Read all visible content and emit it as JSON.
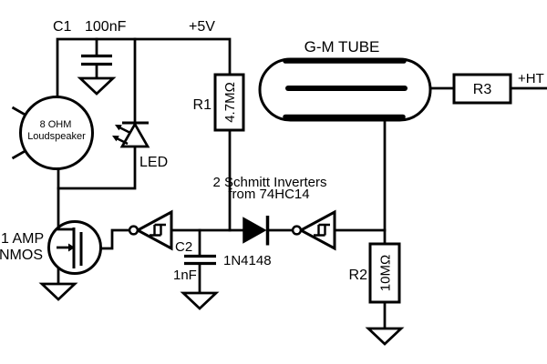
{
  "schematic": {
    "c1_ref": "C1",
    "c1_value": "100nF",
    "supply_rail": "+5V",
    "speaker_line1": "8 OHM",
    "speaker_line2": "Loudspeaker",
    "led_label": "LED",
    "r1_ref": "R1",
    "r1_value": "4.7MΩ",
    "gm_tube_label": "G-M TUBE",
    "r3_ref": "R3",
    "ht_rail": "+HT",
    "schmitt_note_line1": "2 Schmitt Inverters",
    "schmitt_note_line2": "from 74HC14",
    "mosfet_line1": "1 AMP",
    "mosfet_line2": "NMOS",
    "c2_ref": "C2",
    "c2_value": "1nF",
    "diode_value": "1N4148",
    "r2_ref": "R2",
    "r2_value": "10MΩ"
  },
  "colors": {
    "ink": "#000000",
    "background": "#ffffff"
  }
}
